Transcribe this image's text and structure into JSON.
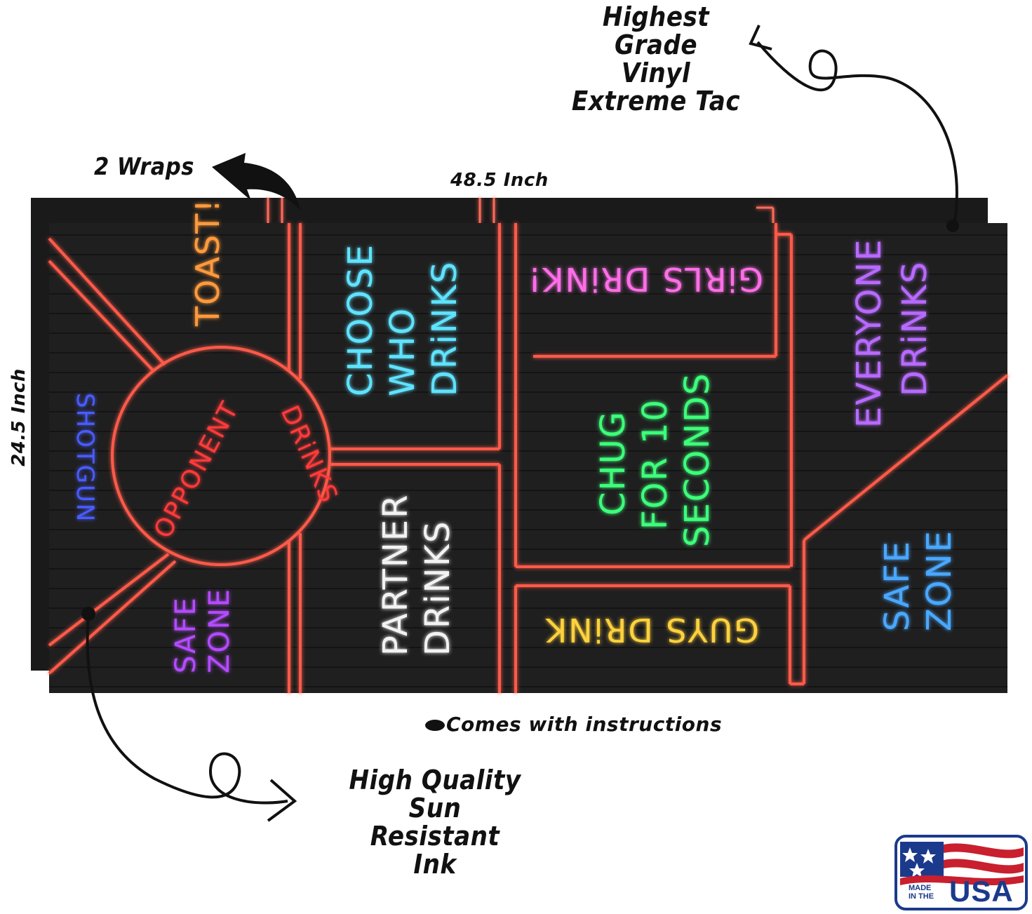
{
  "callouts": {
    "vinyl": [
      "Highest Grade",
      "Vinyl",
      "Extreme Tac"
    ],
    "wraps": "2 Wraps",
    "length": "48.5 Inch",
    "width": "24.5 Inch",
    "instructions": "Comes with instructions",
    "ink": [
      "High Quality",
      "Sun Resistant",
      "Ink"
    ]
  },
  "board": {
    "toast": "TOAST!",
    "shotgun": "SHOTGUN",
    "opponent": "OPPONENT",
    "opponent_drinks": "DRiNKS",
    "safe_zone_left": [
      "SAFE",
      "ZONE"
    ],
    "choose_who_drinks": [
      "CHOOSE",
      "WHO",
      "DRiNKS"
    ],
    "partner_drinks": [
      "PARTNER",
      "DRiNKS"
    ],
    "girls_drink": "GiRLS DRiNK!",
    "chug": [
      "CHUG",
      "FOR 10",
      "SECONDS"
    ],
    "guys_drink": "GUYS DRiNK",
    "everyone_drinks": [
      "EVERYONE",
      "DRiNKS"
    ],
    "safe_zone_right": [
      "SAFE",
      "ZONE"
    ]
  },
  "badge": {
    "made_in": [
      "MADE",
      "IN THE"
    ],
    "country": "USA"
  },
  "colors": {
    "board_bg": "#1c1c1c",
    "neon_line": "#ff5a4a",
    "toast": "#ff9a3c",
    "shotgun": "#4a5cff",
    "opponent": "#ff3b3b",
    "safe_zone_left": "#b44cff",
    "choose": "#5fe3ff",
    "partner": "#f2f2f2",
    "girls": "#ff6ee8",
    "chug": "#3dff7a",
    "guys": "#ffd23c",
    "everyone": "#b86bff",
    "safe_zone_right": "#4aa8ff"
  }
}
